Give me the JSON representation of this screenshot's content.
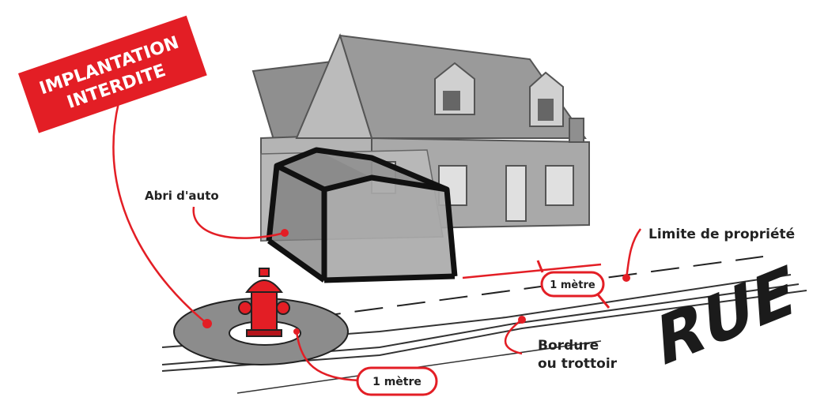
{
  "banner": {
    "line1": "IMPLANTATION",
    "line2": "INTERDITE"
  },
  "labels": {
    "carport": "Abri d'auto",
    "property_limit": "Limite de propriété",
    "curb_line1": "Bordure",
    "curb_line2": "ou trottoir",
    "distance_house": "1 mètre",
    "distance_hydrant": "1 mètre",
    "street": "RUE"
  },
  "colors": {
    "accent_red": "#e31e25",
    "house_gray": "#a9a9a9",
    "roof_gray": "#8f8f8f",
    "zone_gray": "#8c8c8c",
    "ink": "#222222"
  }
}
